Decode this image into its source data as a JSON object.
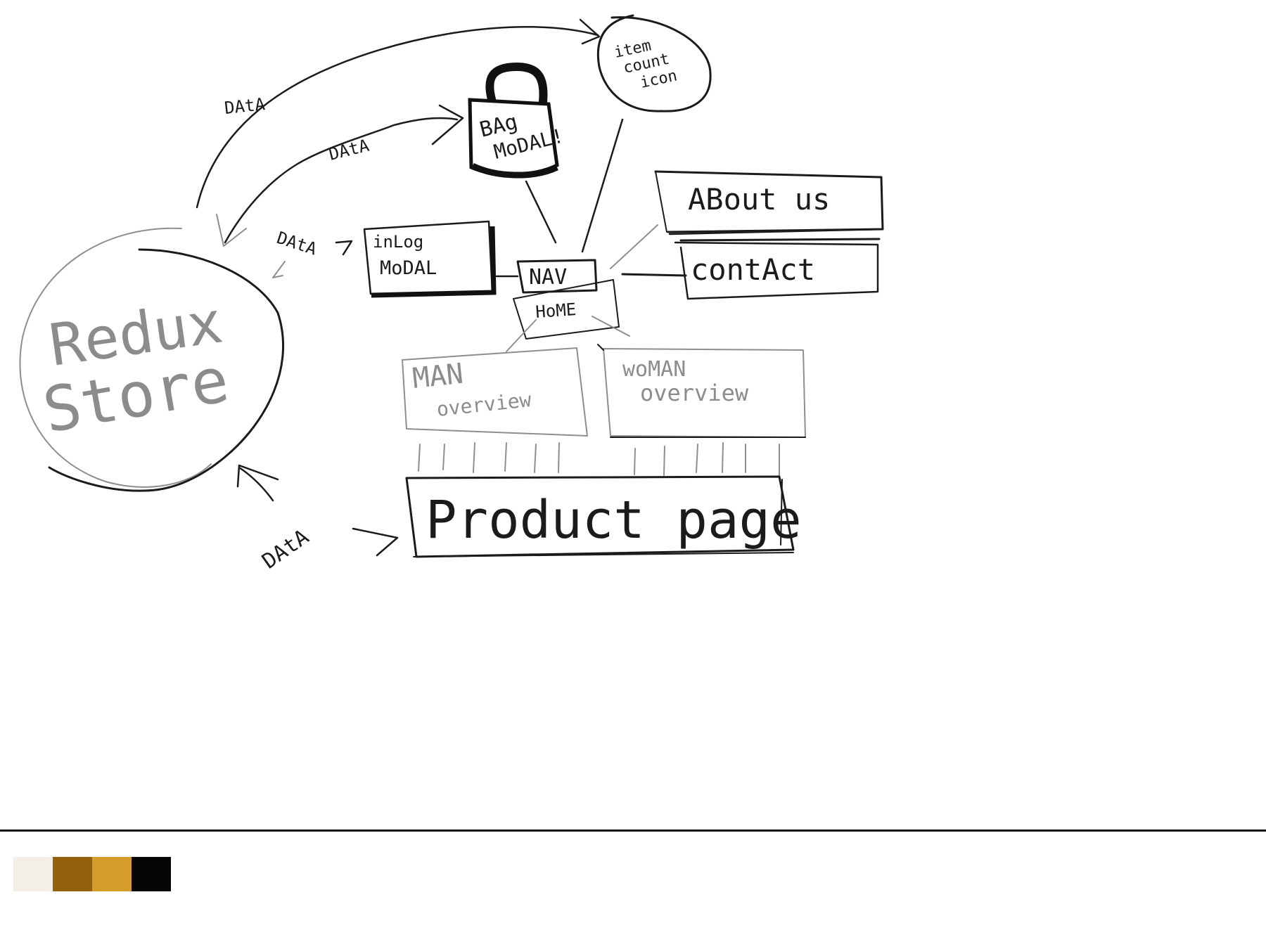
{
  "diagram": {
    "nodes": {
      "redux_store": [
        "Redux",
        "Store"
      ],
      "inlog_modal": [
        "inLog",
        "MoDAL"
      ],
      "bag_modal": [
        "BAg",
        "MoDAL!"
      ],
      "item_count_icon": [
        "item",
        "count",
        "icon"
      ],
      "nav": "NAV",
      "home": "HoME",
      "about_us": "ABout   us",
      "contact": "contAct",
      "man_overview": [
        "MAN",
        "overview"
      ],
      "woman_overview": [
        "woMAN",
        "overview"
      ],
      "product_page": "Product  page"
    },
    "edge_labels": {
      "to_item_count": "DAtA",
      "to_bag": "DAtA",
      "to_inlog": "DAtA",
      "to_product": "DAtA"
    }
  },
  "palette": [
    "#f4efe6",
    "#93610c",
    "#d59b2b",
    "#050505"
  ]
}
